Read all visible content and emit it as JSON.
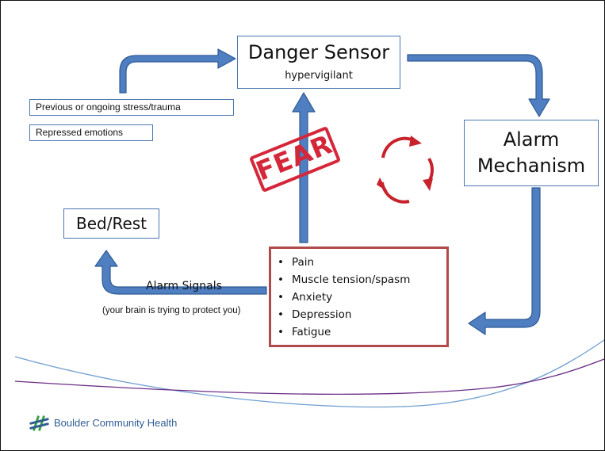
{
  "danger_sensor": {
    "title": "Danger Sensor",
    "subtitle": "hypervigilant"
  },
  "alarm_mechanism": {
    "line1": "Alarm",
    "line2": "Mechanism"
  },
  "bed_rest": {
    "label": "Bed/Rest"
  },
  "inputs": [
    {
      "label": "Previous or ongoing stress/trauma"
    },
    {
      "label": "Repressed emotions"
    }
  ],
  "symptoms": [
    {
      "bullet": "•",
      "label": "Pain"
    },
    {
      "bullet": "•",
      "label": "Muscle tension/spasm"
    },
    {
      "bullet": "•",
      "label": "Anxiety"
    },
    {
      "bullet": "•",
      "label": "Depression"
    },
    {
      "bullet": "•",
      "label": "Fatigue"
    }
  ],
  "alarm_signals": {
    "label": "Alarm Signals",
    "note": "(your brain is trying to protect you)"
  },
  "fear_stamp": {
    "text": "FEAR"
  },
  "logo": {
    "name": "Boulder Community Health"
  },
  "colors": {
    "arrow_fill": "#4f7fc0",
    "arrow_stroke": "#2f5a96",
    "box_border": "#4a78b0",
    "symptoms_border": "#b14a4a",
    "stamp_red": "#d4283a",
    "cycle_red": "#c8232c",
    "swoosh_blue": "#6f9fd0",
    "swoosh_purple": "#6b2e86",
    "logo_blue": "#2f5e94",
    "logo_green": "#3aa345"
  },
  "icons": {
    "cycle": "refresh-cycle-icon",
    "logo_mark": "bch-logo-mark-icon"
  }
}
